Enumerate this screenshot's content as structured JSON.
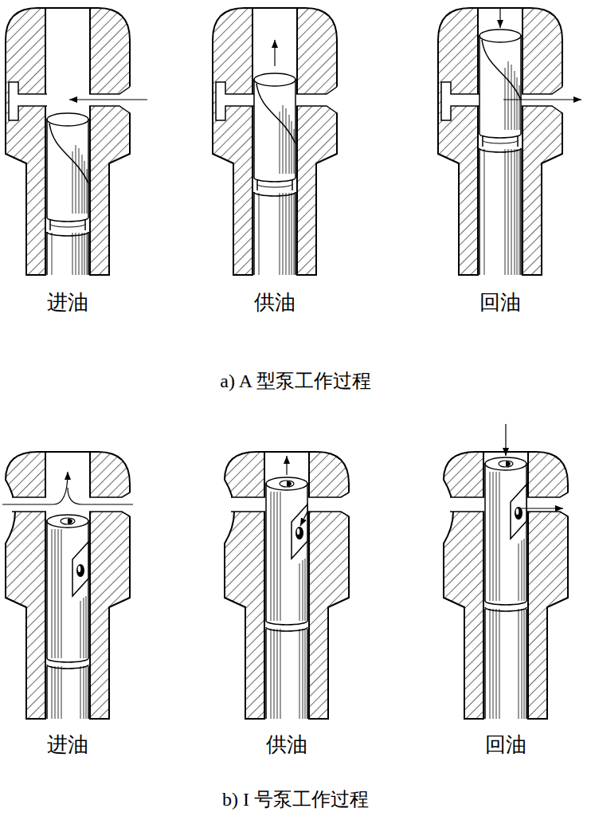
{
  "diagram": {
    "labels": [
      "进油",
      "供油",
      "回油",
      "a) A 型泵工作过程",
      "进油",
      "供油",
      "回油",
      "b) I 号泵工作过程"
    ]
  }
}
